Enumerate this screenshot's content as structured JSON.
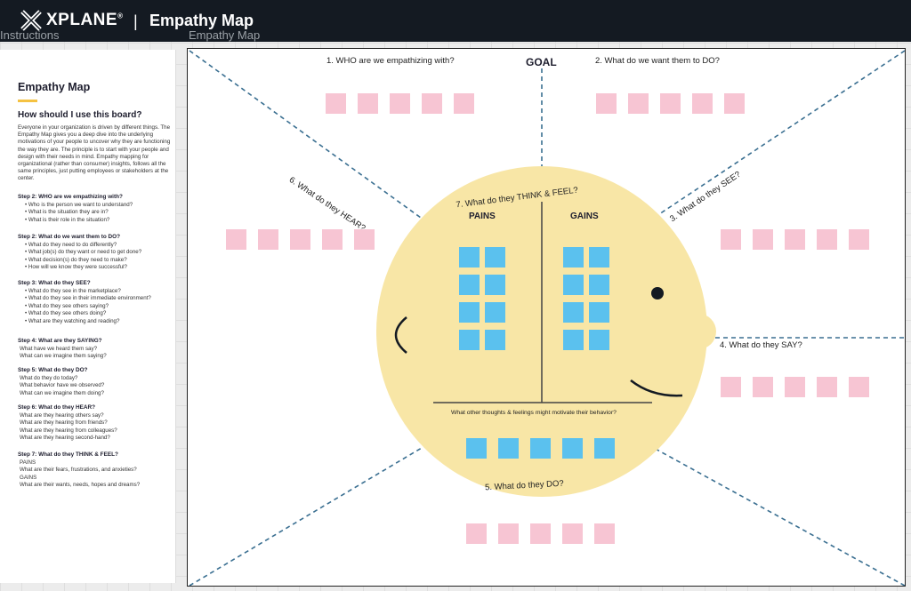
{
  "header": {
    "brand": "XPLANE",
    "trademark": "®",
    "divider": "|",
    "title": "Empathy Map"
  },
  "frame_labels": {
    "left": "Instructions",
    "main": "Empathy Map"
  },
  "sidebar": {
    "title": "Empathy Map",
    "question": "How should I use this board?",
    "intro": "Everyone in your organization is driven by different things. The Empathy Map gives you a deep dive into the underlying motivations of your people to uncover why they are functioning the way they are. The principle is to start with your people and design with their needs in mind. Empathy mapping for organizational (rather than consumer) insights, follows all the same principles, just putting employees or stakeholders at the center.",
    "steps": [
      {
        "heading": "Step 2: WHO are we empathizing with?",
        "items": [
          "Who is the person we want to understand?",
          "What is the situation they are in?",
          "What is their role in the situation?"
        ]
      },
      {
        "heading": "Step 2: What do we want them to DO?",
        "items": [
          "What do they need to do differently?",
          "What job(s) do they want or need to get done?",
          "What decision(s) do they need to make?",
          "How will we know they were successful?"
        ]
      },
      {
        "heading": "Step 3: What do they SEE?",
        "items": [
          "What do they see in the marketplace?",
          "What do they see in their immediate environment?",
          "What do they see others saying?",
          "What do they see others doing?",
          "What are they watching and reading?"
        ]
      },
      {
        "heading": "Step 4: What are they SAYING?",
        "items": [
          "What have we heard them say?",
          "What can we imagine them saying?"
        ]
      },
      {
        "heading": "Step 5: What do they DO?",
        "items": [
          "What do they do today?",
          "What behavior have we observed?",
          "What can we imagine them doing?"
        ]
      },
      {
        "heading": "Step 6: What do they HEAR?",
        "items": [
          "What are they hearing others say?",
          "What are they hearing from friends?",
          "What are they hearing from colleagues?",
          "What are they hearing second-hand?"
        ]
      },
      {
        "heading": "Step 7: What do they THINK & FEEL?",
        "items": [
          "PAINS",
          "What are their fears, frustrations, and anxieties?",
          "GAINS",
          "What are their wants, needs, hopes and dreams?"
        ]
      }
    ]
  },
  "map": {
    "goal": "GOAL",
    "who": "1. WHO are we empathizing with?",
    "do_goal": "2. What do we want them to DO?",
    "see": "3. What do they SEE?",
    "say": "4. What do they SAY?",
    "do": "5. What do they DO?",
    "hear": "6. What do they HEAR?",
    "think": "7. What do they THINK & FEEL?",
    "pains": "PAINS",
    "gains": "GAINS",
    "motivate": "What other thoughts & feelings might motivate their behavior?"
  },
  "colors": {
    "header": "#141a22",
    "face": "#f8e6a6",
    "pink_note": "#f7c5d3",
    "blue_note": "#5bc1ee",
    "dash": "#3a6f91",
    "accent": "#f5c242"
  }
}
